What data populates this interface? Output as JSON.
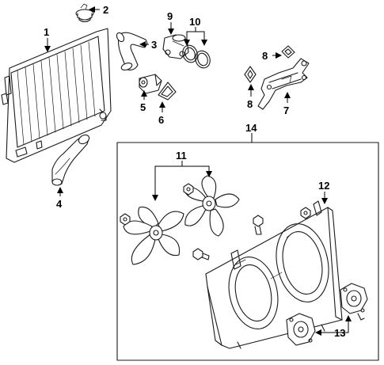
{
  "callouts": {
    "c1": "1",
    "c2": "2",
    "c3": "3",
    "c4": "4",
    "c5": "5",
    "c6": "6",
    "c7": "7",
    "c8a": "8",
    "c8b": "8",
    "c9": "9",
    "c10": "10",
    "c11": "11",
    "c12": "12",
    "c13": "13",
    "c14": "14"
  },
  "colors": {
    "line": "#1a1a1a",
    "background": "#ffffff"
  }
}
